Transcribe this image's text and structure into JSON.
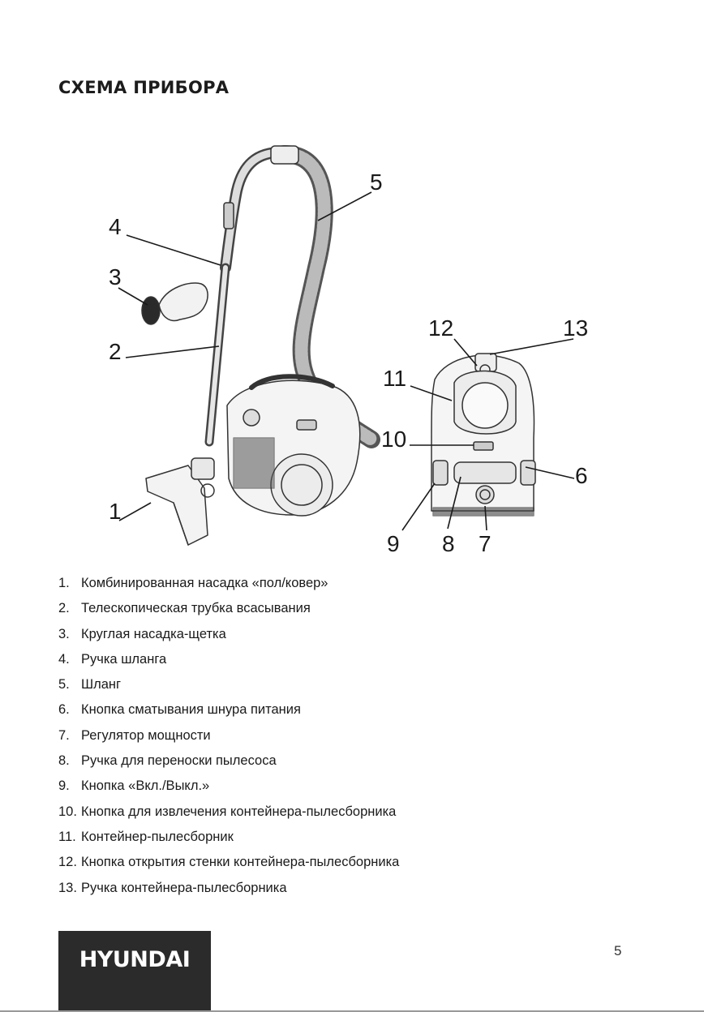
{
  "title": "СХЕМА ПРИБОРА",
  "callouts": [
    "1",
    "2",
    "3",
    "4",
    "5",
    "6",
    "7",
    "8",
    "9",
    "10",
    "11",
    "12",
    "13"
  ],
  "parts": [
    {
      "num": "1.",
      "text": "Комбинированная насадка «пол/ковер»"
    },
    {
      "num": "2.",
      "text": "Телескопическая трубка всасывания"
    },
    {
      "num": "3.",
      "text": "Круглая насадка-щетка"
    },
    {
      "num": "4.",
      "text": "Ручка шланга"
    },
    {
      "num": "5.",
      "text": "Шланг"
    },
    {
      "num": "6.",
      "text": "Кнопка сматывания шнура питания"
    },
    {
      "num": "7.",
      "text": "Регулятор мощности"
    },
    {
      "num": "8.",
      "text": "Ручка для переноски пылесоса"
    },
    {
      "num": "9.",
      "text": "Кнопка «Вкл./Выкл.»"
    },
    {
      "num": "10.",
      "text": "Кнопка для извлечения контейнера-пылесборника"
    },
    {
      "num": "11.",
      "text": "Контейнер-пылесборник"
    },
    {
      "num": "12.",
      "text": "Кнопка открытия стенки контейнера-пылесборника"
    },
    {
      "num": "13.",
      "text": "Ручка контейнера-пылесборника"
    }
  ],
  "footer": {
    "brand": "HYUNDAI",
    "page_number": "5"
  }
}
